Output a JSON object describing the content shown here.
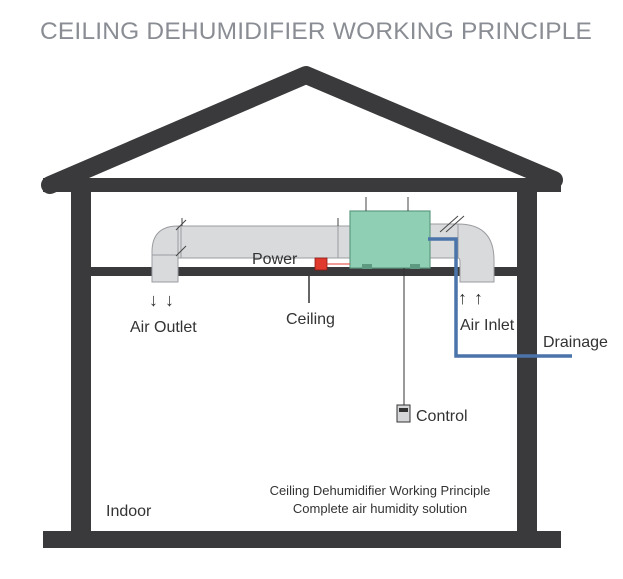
{
  "title": "CEILING DEHUMIDIFIER WORKING PRINCIPLE",
  "labels": {
    "power": "Power",
    "air_outlet": "Air Outlet",
    "ceiling": "Ceiling",
    "air_inlet": "Air Inlet",
    "drainage": "Drainage",
    "control": "Control",
    "indoor": "Indoor"
  },
  "caption": {
    "line1": "Ceiling Dehumidifier Working Principle",
    "line2": "Complete air humidity solution"
  },
  "arrows": {
    "outlet": "↓ ↓",
    "inlet": "↑ ↑"
  },
  "colors": {
    "house": "#3a3a3c",
    "duct": "#d9dadc",
    "unit": "#8fd0b4",
    "drain_pipe": "#4a74aa",
    "power_box": "#e03a2f",
    "title": "#8a8e94"
  }
}
